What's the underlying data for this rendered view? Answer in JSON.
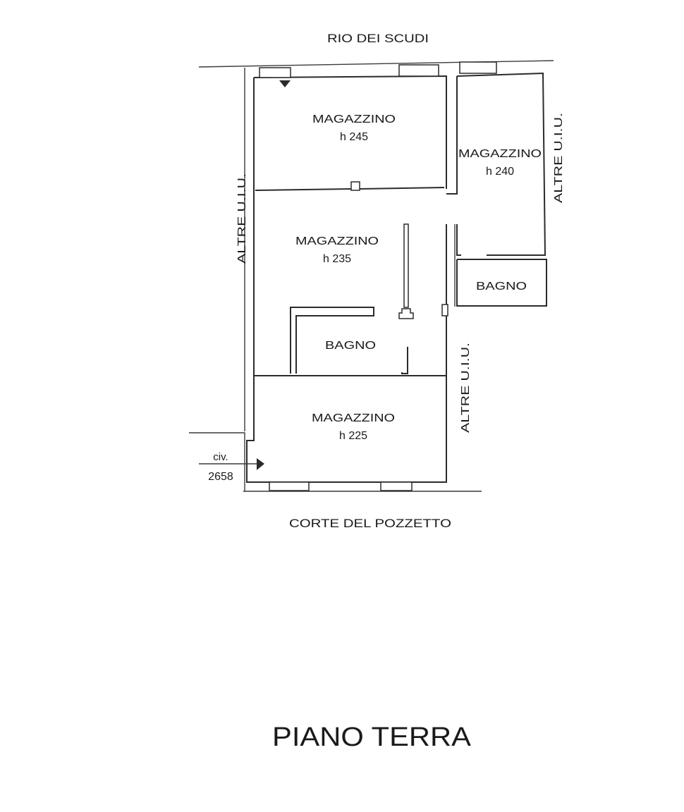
{
  "streets": {
    "top": "RIO DEI SCUDI",
    "bottom": "CORTE DEL POZZETTO"
  },
  "neighbors": {
    "left": "ALTRE U.I.U.",
    "right_top": "ALTRE U.I.U.",
    "right_middle": "ALTRE U.I.U."
  },
  "rooms": {
    "magazzino_245": {
      "name": "MAGAZZINO",
      "height": "h 245"
    },
    "magazzino_240": {
      "name": "MAGAZZINO",
      "height": "h 240"
    },
    "magazzino_235": {
      "name": "MAGAZZINO",
      "height": "h 235"
    },
    "magazzino_225": {
      "name": "MAGAZZINO",
      "height": "h 225"
    },
    "bagno_left": {
      "name": "BAGNO"
    },
    "bagno_right": {
      "name": "BAGNO"
    }
  },
  "entrance": {
    "label": "civ.",
    "number": "2658"
  },
  "floor_title": "PIANO TERRA"
}
